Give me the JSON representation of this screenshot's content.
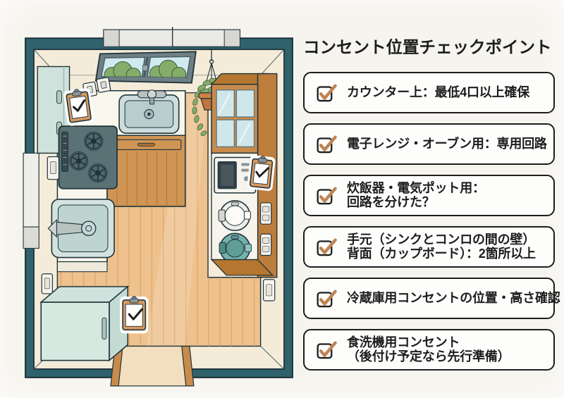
{
  "panel": {
    "title": "コンセント位置チェックポイント",
    "items": [
      {
        "lines": [
          "カウンター上：最低4口以上確保"
        ]
      },
      {
        "lines": [
          "電子レンジ・オーブン用：専用回路"
        ]
      },
      {
        "lines": [
          "炊飯器・電気ポット用：",
          "回路を分けた？"
        ]
      },
      {
        "lines": [
          "手元（シンクとコンロの間の壁）",
          "背面（カップボード）：2箇所以上"
        ]
      },
      {
        "lines": [
          "冷蔵庫用コンセントの位置・高さ確認"
        ]
      },
      {
        "lines": [
          "食洗機用コンセント",
          "（後付け予定なら先行準備）"
        ]
      }
    ],
    "icons": {
      "item_bullet": "checked-checkbox-icon"
    }
  },
  "illustration": {
    "icons": [
      "checkmark-clipboard-icon",
      "hanging-plant-icon"
    ]
  },
  "colors": {
    "page_bg": "#f6f4ee",
    "ink": "#1d1d1d",
    "card_bg": "#fdfdfb",
    "accent_check": "#bf8455",
    "wall_teal": "#30626d",
    "wall_cream": "#f4ecd9",
    "floor_wood": "#eec18d",
    "plank_line": "#d8a369",
    "cabinet_wood": "#c88b4c",
    "counter_white": "#f9f6ec",
    "appliance_teal": "#74b1ab",
    "fridge_mint": "#d7e8e1",
    "plant_green": "#84ad69"
  }
}
